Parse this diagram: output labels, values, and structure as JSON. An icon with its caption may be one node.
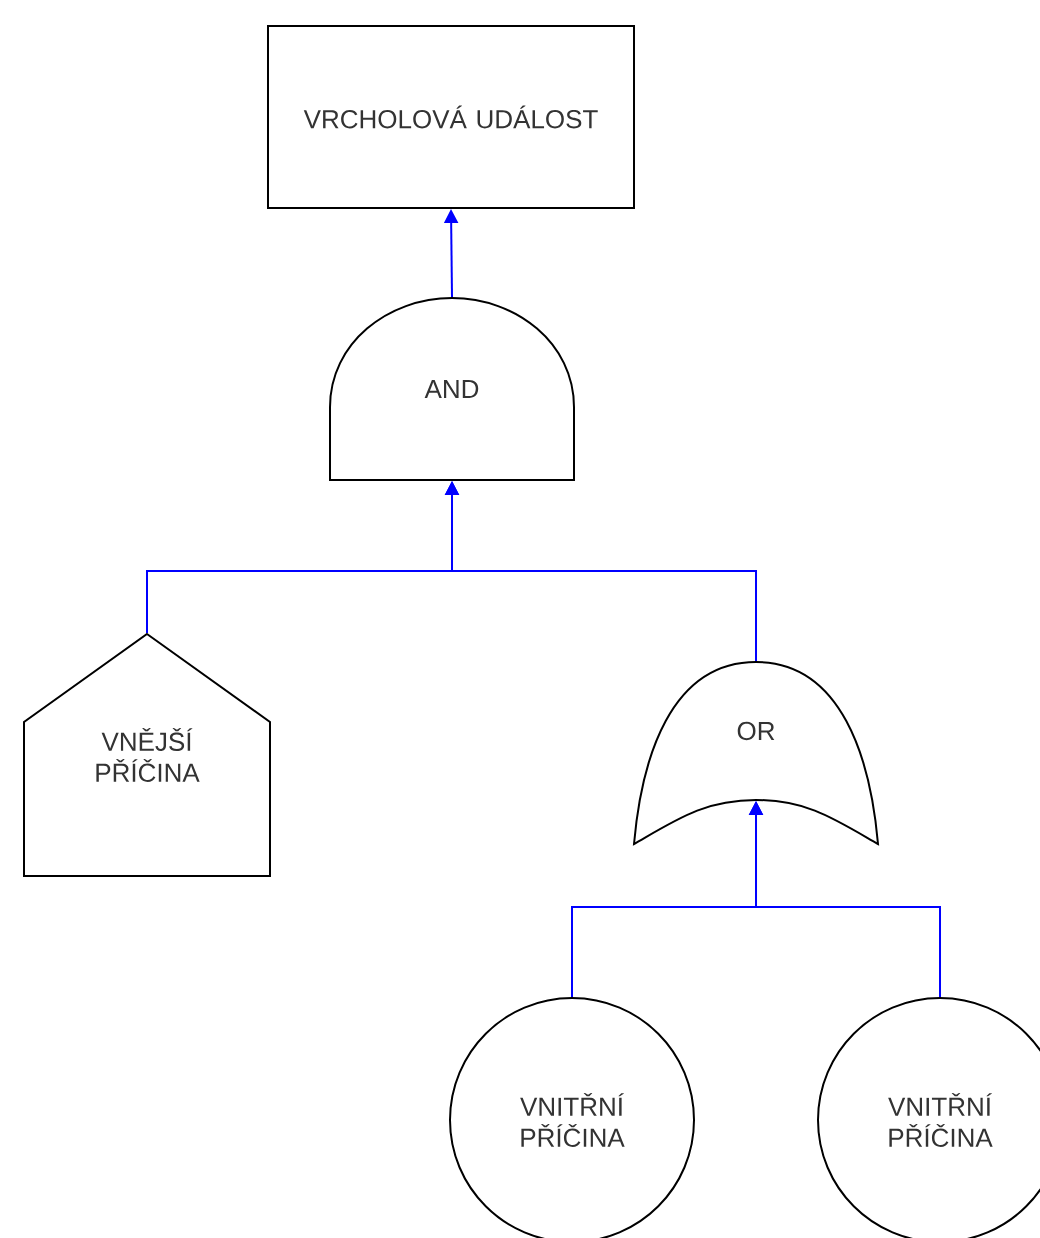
{
  "diagram": {
    "nodes": [
      {
        "text": [
          "VRCHOLOVÁ UDÁLOST"
        ]
      },
      {
        "text": [
          "AND"
        ]
      },
      {
        "text": [
          "VNĚJŠÍ PŘÍČINA"
        ]
      },
      {
        "text": [
          "OR"
        ]
      },
      {
        "text": [
          "VNITŘNÍ PŘÍČINA"
        ]
      },
      {
        "text": [
          "VNITŘNÍ PŘÍČINA"
        ]
      }
    ],
    "edges": [
      {
        "from": 1,
        "to": 0,
        "arrow": "to"
      },
      {
        "from": 2,
        "to": 1,
        "arrow": "to"
      },
      {
        "from": 3,
        "to": 1,
        "arrow": "to"
      },
      {
        "from": 4,
        "to": 3,
        "arrow": "to"
      },
      {
        "from": 5,
        "to": 3,
        "arrow": "to"
      }
    ]
  }
}
